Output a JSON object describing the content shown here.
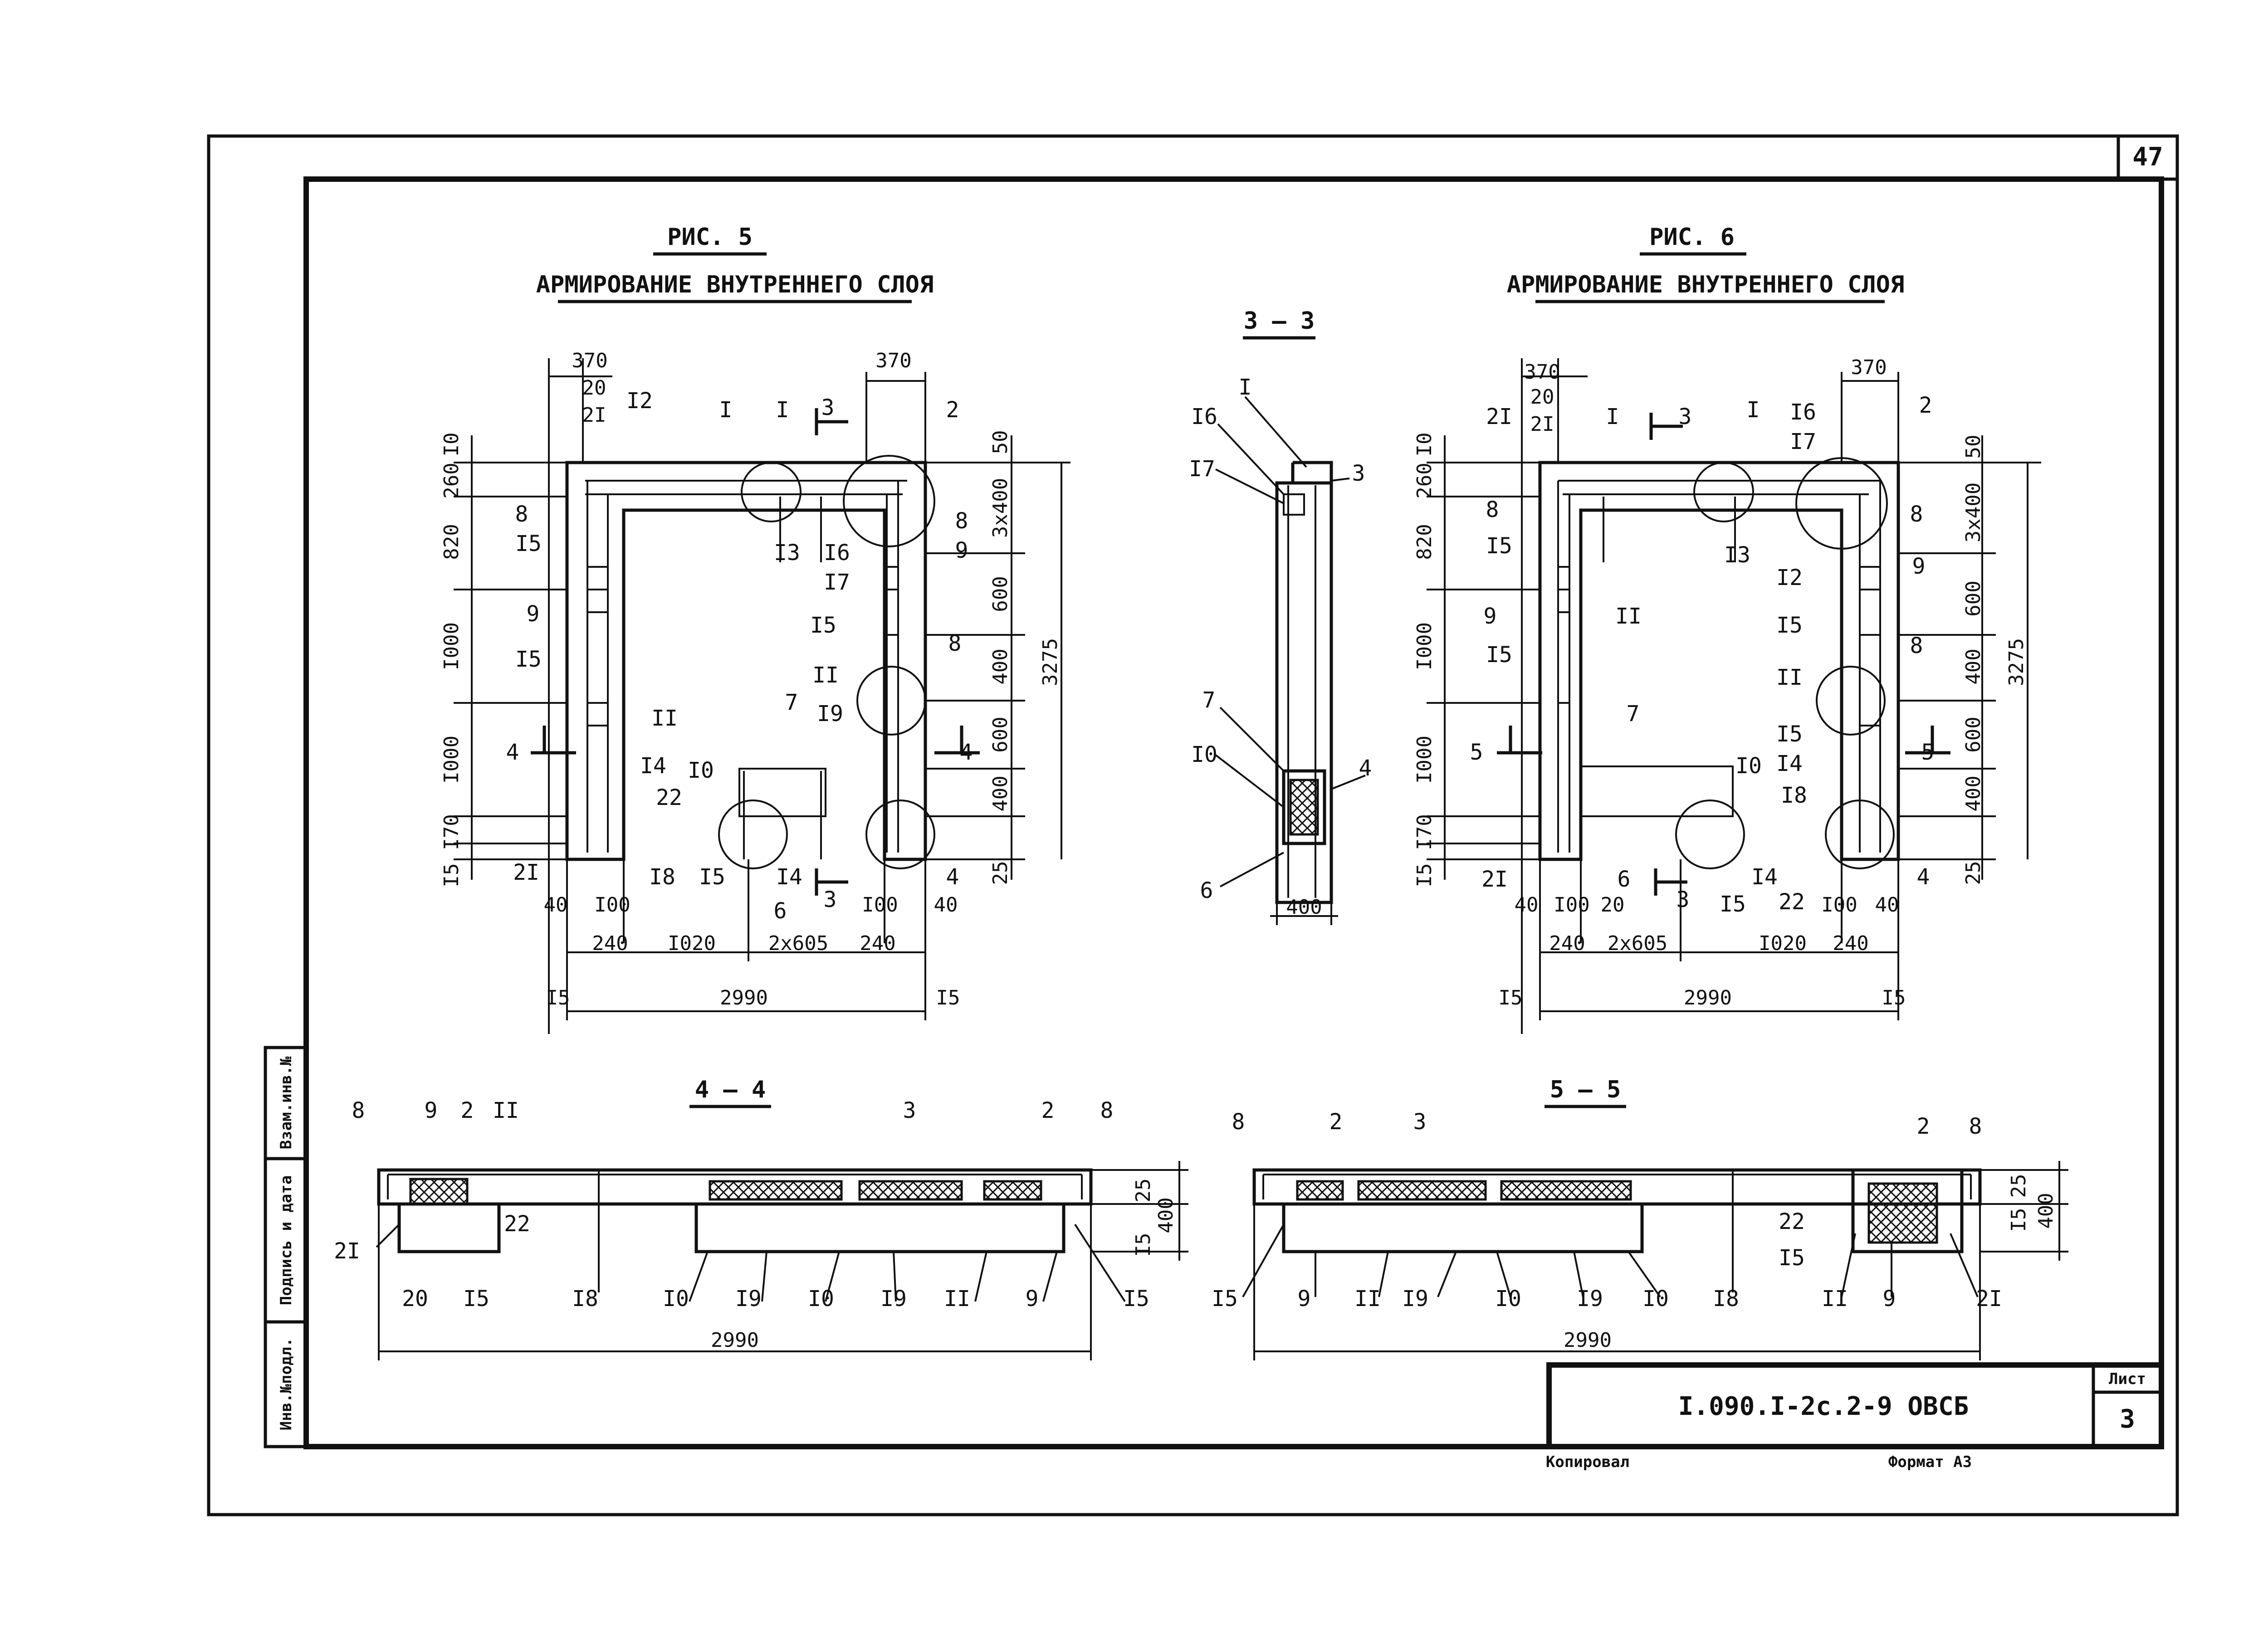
{
  "sheet": {
    "page_number": "47",
    "side_stamp": [
      "Инв.№подл.",
      "Подпись и дата",
      "Взам.инв.№"
    ],
    "doc_code": "I.090.I-2c.2-9 ОВСБ",
    "sheet_label": "Лист",
    "sheet_number": "3",
    "copied_label": "Копировал",
    "format_label": "Формат А3"
  },
  "fig5": {
    "title": "РИС. 5",
    "subtitle": "АРМИРОВАНИЕ ВНУТРЕННЕГО СЛОЯ",
    "top_dims": [
      "370",
      "370",
      "20",
      "2I"
    ],
    "left_dims": [
      "I0",
      "260",
      "820",
      "I000",
      "I000",
      "I70",
      "I5"
    ],
    "right_dims": [
      "50",
      "3x400",
      "600",
      "400",
      "600",
      "400",
      "25",
      "3275"
    ],
    "bottom_dims": [
      "40",
      "I00",
      "I00",
      "40",
      "240",
      "I020",
      "2x605",
      "240",
      "2990",
      "I5",
      "I5"
    ],
    "labels": [
      "I",
      "I",
      "2",
      "3",
      "I2",
      "8",
      "I5",
      "9",
      "I5",
      "II",
      "I4",
      "22",
      "2I",
      "I8",
      "I5",
      "I4",
      "6",
      "3",
      "4",
      "I0",
      "7",
      "I9",
      "II",
      "8",
      "I5",
      "I7",
      "I6",
      "I3",
      "9",
      "8",
      "4",
      "4"
    ]
  },
  "fig6": {
    "title": "РИС. 6",
    "subtitle": "АРМИРОВАНИЕ ВНУТРЕННЕГО СЛОЯ",
    "top_dims": [
      "370",
      "370",
      "20",
      "2I"
    ],
    "left_dims": [
      "I0",
      "260",
      "820",
      "I000",
      "I000",
      "I70",
      "I5"
    ],
    "right_dims": [
      "50",
      "3x400",
      "600",
      "400",
      "600",
      "400",
      "25",
      "3275"
    ],
    "bottom_dims": [
      "40",
      "I00",
      "20",
      "I00",
      "40",
      "240",
      "2x605",
      "I020",
      "240",
      "2990",
      "I5",
      "I5"
    ],
    "labels": [
      "2I",
      "I",
      "3",
      "I",
      "I6",
      "I7",
      "2",
      "8",
      "I5",
      "9",
      "I5",
      "II",
      "I3",
      "I2",
      "I5",
      "8",
      "II",
      "9",
      "I5",
      "7",
      "I0",
      "I4",
      "I8",
      "5",
      "5",
      "6",
      "3",
      "I4",
      "I5",
      "22",
      "4",
      "2I",
      "8"
    ]
  },
  "sec33": {
    "title": "3 – 3",
    "labels": [
      "I6",
      "I",
      "I7",
      "3",
      "7",
      "I0",
      "4",
      "6"
    ],
    "width_dim": "400"
  },
  "sec44": {
    "title": "4 – 4",
    "labels": [
      "8",
      "9",
      "2",
      "II",
      "3",
      "2",
      "8",
      "2I",
      "22",
      "20",
      "I5",
      "I8",
      "I0",
      "I9",
      "I0",
      "I9",
      "II",
      "9",
      "I5"
    ],
    "dims": [
      "25",
      "I5",
      "400",
      "2990"
    ]
  },
  "sec55": {
    "title": "5 – 5",
    "labels": [
      "8",
      "2",
      "3",
      "2",
      "8",
      "I5",
      "9",
      "II",
      "I9",
      "I0",
      "I9",
      "I0",
      "I8",
      "22",
      "I5",
      "II",
      "9",
      "2I"
    ],
    "dims": [
      "I5",
      "25",
      "400",
      "2990"
    ]
  }
}
